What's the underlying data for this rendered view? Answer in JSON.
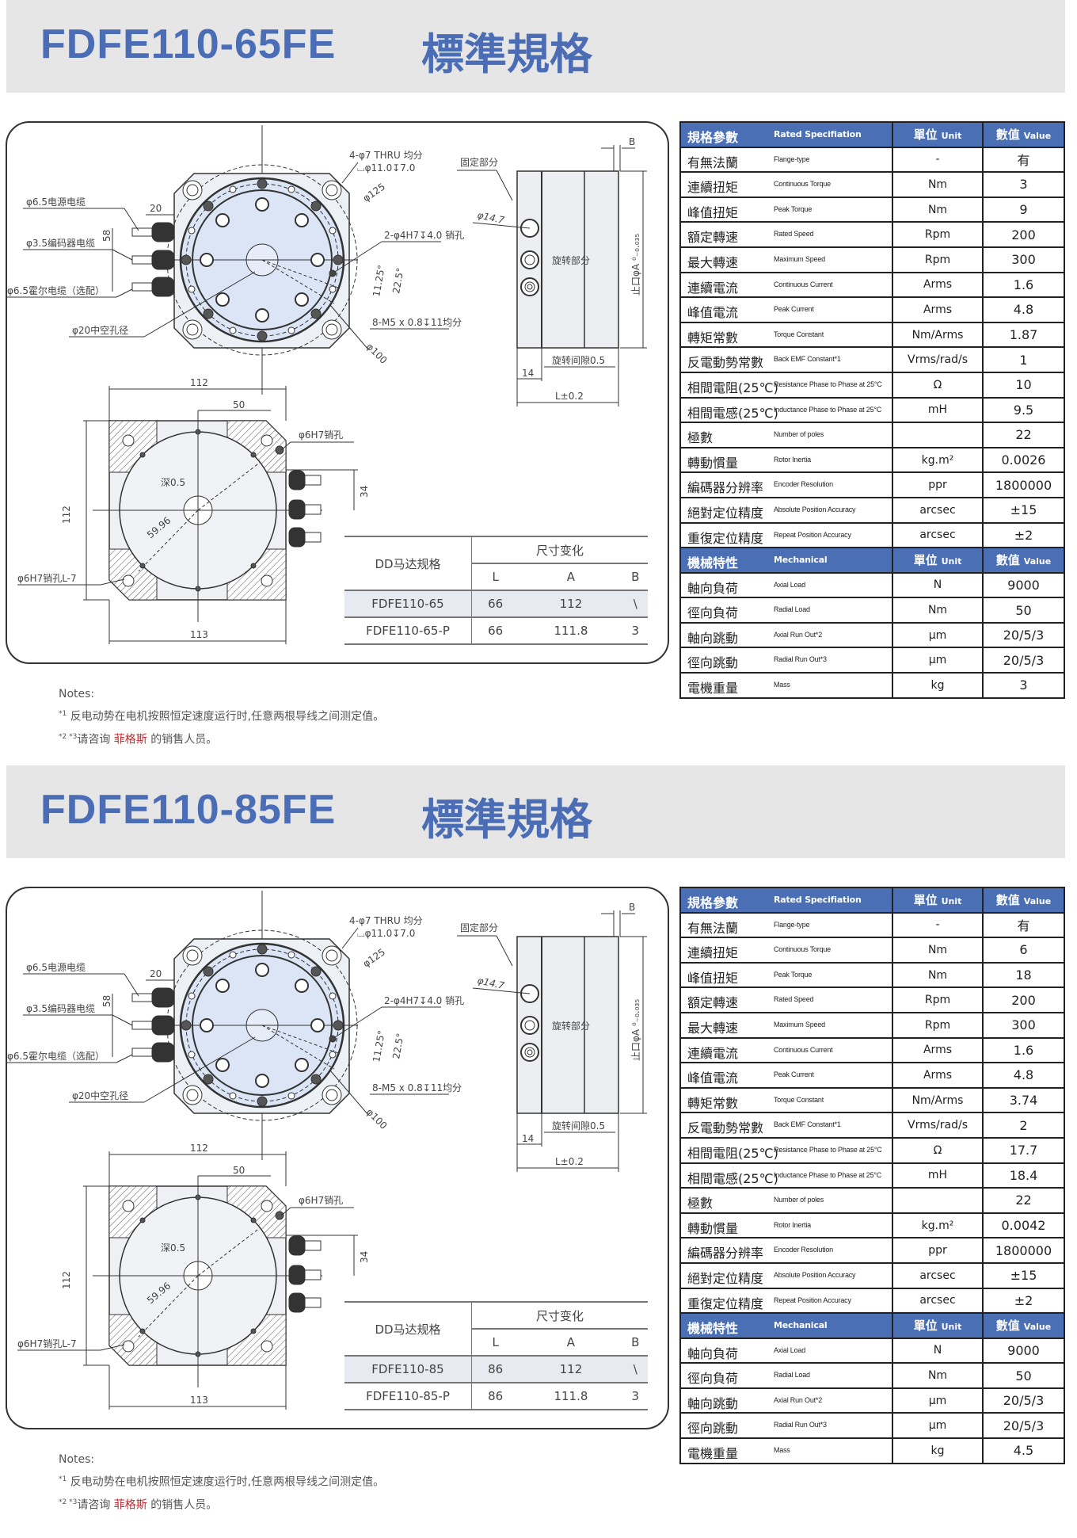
{
  "sections": [
    {
      "model": "FDFE110-65FE",
      "std": "標準規格",
      "spec_header": {
        "cn": "規格參數",
        "en": "Rated Specifiation",
        "unit_cn": "單位",
        "unit_en": "Unit",
        "value_cn": "數值",
        "value_en": "Value"
      },
      "spec_rows": [
        {
          "cn": "有無法蘭",
          "en": "Flange-type",
          "unit": "-",
          "value": "有"
        },
        {
          "cn": "連續扭矩",
          "en": "Continuous Torque",
          "unit": "Nm",
          "value": "3"
        },
        {
          "cn": "峰值扭矩",
          "en": "Peak Torque",
          "unit": "Nm",
          "value": "9"
        },
        {
          "cn": "額定轉速",
          "en": "Rated Speed",
          "unit": "Rpm",
          "value": "200"
        },
        {
          "cn": "最大轉速",
          "en": "Maximum Speed",
          "unit": "Rpm",
          "value": "300"
        },
        {
          "cn": "連續電流",
          "en": "Continuous Current",
          "unit": "Arms",
          "value": "1.6"
        },
        {
          "cn": "峰值電流",
          "en": "Peak Current",
          "unit": "Arms",
          "value": "4.8"
        },
        {
          "cn": "轉矩常數",
          "en": "Torque Constant",
          "unit": "Nm/Arms",
          "value": "1.87"
        },
        {
          "cn": "反電動勢常數",
          "en": "Back EMF Constant*1",
          "unit": "Vrms/rad/s",
          "value": "1"
        },
        {
          "cn": "相間電阻(25℃)",
          "en": "Resistance Phase to Phase at 25°C",
          "unit": "Ω",
          "value": "10"
        },
        {
          "cn": "相間電感(25℃)",
          "en": "Inductance Phase to Phase at 25°C",
          "unit": "mH",
          "value": "9.5"
        },
        {
          "cn": "極數",
          "en": "Number of poles",
          "unit": "",
          "value": "22"
        },
        {
          "cn": "轉動慣量",
          "en": "Rotor Inertia",
          "unit": "kg.m²",
          "value": "0.0026"
        },
        {
          "cn": "編碼器分辨率",
          "en": "Encoder Resolution",
          "unit": "ppr",
          "value": "1800000"
        },
        {
          "cn": "絕對定位精度",
          "en": "Absolute Position Accuracy",
          "unit": "arcsec",
          "value": "±15"
        },
        {
          "cn": "重復定位精度",
          "en": "Repeat Position Accuracy",
          "unit": "arcsec",
          "value": "±2"
        }
      ],
      "mech_header": {
        "cn": "機械特性",
        "en": "Mechanical",
        "unit_cn": "單位",
        "unit_en": "Unit",
        "value_cn": "數值",
        "value_en": "Value"
      },
      "mech_rows": [
        {
          "cn": "軸向負荷",
          "en": "Axial Load",
          "unit": "N",
          "value": "9000"
        },
        {
          "cn": "徑向負荷",
          "en": "Radial Load",
          "unit": "Nm",
          "value": "50"
        },
        {
          "cn": "軸向跳動",
          "en": "Axial Run Out*2",
          "unit": "μm",
          "value": "20/5/3"
        },
        {
          "cn": "徑向跳動",
          "en": "Radial Run Out*3",
          "unit": "μm",
          "value": "20/5/3"
        },
        {
          "cn": "電機重量",
          "en": "Mass",
          "unit": "kg",
          "value": "3"
        }
      ],
      "size_table": {
        "spec_label": "DD马达规格",
        "change_label": "尺寸变化",
        "col_l": "L",
        "col_a": "A",
        "col_b": "B",
        "rows": [
          {
            "model": "FDFE110-65",
            "l": "66",
            "a": "112",
            "b": "\\"
          },
          {
            "model": "FDFE110-65-P",
            "l": "66",
            "a": "111.8",
            "b": "3"
          }
        ]
      },
      "notes": {
        "title": "Notes:",
        "n1_mark": "*1",
        "n1": "反电动势在电机按照恒定速度运行时,任意两根导线之间测定值。",
        "n2_mark": "*2 *3",
        "n2_pre": "请咨询 ",
        "n2_brand": "菲格斯",
        "n2_post": " 的销售人员。"
      }
    },
    {
      "model": "FDFE110-85FE",
      "std": "標準規格",
      "spec_header": {
        "cn": "規格參數",
        "en": "Rated Specifiation",
        "unit_cn": "單位",
        "unit_en": "Unit",
        "value_cn": "數值",
        "value_en": "Value"
      },
      "spec_rows": [
        {
          "cn": "有無法蘭",
          "en": "Flange-type",
          "unit": "-",
          "value": "有"
        },
        {
          "cn": "連續扭矩",
          "en": "Continuous Torque",
          "unit": "Nm",
          "value": "6"
        },
        {
          "cn": "峰值扭矩",
          "en": "Peak Torque",
          "unit": "Nm",
          "value": "18"
        },
        {
          "cn": "額定轉速",
          "en": "Rated Speed",
          "unit": "Rpm",
          "value": "200"
        },
        {
          "cn": "最大轉速",
          "en": "Maximum Speed",
          "unit": "Rpm",
          "value": "300"
        },
        {
          "cn": "連續電流",
          "en": "Continuous Current",
          "unit": "Arms",
          "value": "1.6"
        },
        {
          "cn": "峰值電流",
          "en": "Peak Current",
          "unit": "Arms",
          "value": "4.8"
        },
        {
          "cn": "轉矩常數",
          "en": "Torque Constant",
          "unit": "Nm/Arms",
          "value": "3.74"
        },
        {
          "cn": "反電動勢常數",
          "en": "Back EMF Constant*1",
          "unit": "Vrms/rad/s",
          "value": "2"
        },
        {
          "cn": "相間電阻(25℃)",
          "en": "Resistance Phase to Phase at 25°C",
          "unit": "Ω",
          "value": "17.7"
        },
        {
          "cn": "相間電感(25℃)",
          "en": "Inductance Phase to Phase at 25°C",
          "unit": "mH",
          "value": "18.4"
        },
        {
          "cn": "極數",
          "en": "Number of poles",
          "unit": "",
          "value": "22"
        },
        {
          "cn": "轉動慣量",
          "en": "Rotor Inertia",
          "unit": "kg.m²",
          "value": "0.0042"
        },
        {
          "cn": "編碼器分辨率",
          "en": "Encoder Resolution",
          "unit": "ppr",
          "value": "1800000"
        },
        {
          "cn": "絕對定位精度",
          "en": "Absolute Position Accuracy",
          "unit": "arcsec",
          "value": "±15"
        },
        {
          "cn": "重復定位精度",
          "en": "Repeat Position Accuracy",
          "unit": "arcsec",
          "value": "±2"
        }
      ],
      "mech_header": {
        "cn": "機械特性",
        "en": "Mechanical",
        "unit_cn": "單位",
        "unit_en": "Unit",
        "value_cn": "數值",
        "value_en": "Value"
      },
      "mech_rows": [
        {
          "cn": "軸向負荷",
          "en": "Axial Load",
          "unit": "N",
          "value": "9000"
        },
        {
          "cn": "徑向負荷",
          "en": "Radial Load",
          "unit": "Nm",
          "value": "50"
        },
        {
          "cn": "軸向跳動",
          "en": "Axial Run Out*2",
          "unit": "μm",
          "value": "20/5/3"
        },
        {
          "cn": "徑向跳動",
          "en": "Radial Run Out*3",
          "unit": "μm",
          "value": "20/5/3"
        },
        {
          "cn": "電機重量",
          "en": "Mass",
          "unit": "kg",
          "value": "4.5"
        }
      ],
      "size_table": {
        "spec_label": "DD马达规格",
        "change_label": "尺寸变化",
        "col_l": "L",
        "col_a": "A",
        "col_b": "B",
        "rows": [
          {
            "model": "FDFE110-85",
            "l": "86",
            "a": "112",
            "b": "\\"
          },
          {
            "model": "FDFE110-85-P",
            "l": "86",
            "a": "111.8",
            "b": "3"
          }
        ]
      },
      "notes": {
        "title": "Notes:",
        "n1_mark": "*1",
        "n1": "反电动势在电机按照恒定速度运行时,任意两根导线之间测定值。",
        "n2_mark": "*2 *3",
        "n2_pre": "请咨询 ",
        "n2_brand": "菲格斯",
        "n2_post": " 的销售人员。"
      }
    }
  ],
  "drawing": {
    "thru": "4-φ7 THRU 均分",
    "cbore": "⌴φ11.0↧7.0",
    "d125": "φ125",
    "power_cable": "φ6.5电源电缆",
    "dim20": "20",
    "dim58": "58",
    "encoder_cable": "φ3.5编码器电缆",
    "hall_cable": "φ6.5霍尔电缆（选配）",
    "hollow": "φ20中空孔径",
    "pin": "2-φ4H7↧4.0 销孔",
    "a1125": "11.25°",
    "a225": "22.5°",
    "m5": "8-M5 x 0.8↧11均分",
    "d100": "φ100",
    "w112": "112",
    "dim50": "50",
    "pin6": "φ6H7销孔",
    "dim34": "34",
    "depth": "深0.5",
    "h112": "112",
    "r5996": "59.96",
    "pin6l": "φ6H7销孔L-7",
    "w113": "113",
    "fixed": "固定部分",
    "b": "B",
    "d147": "φ14.7",
    "rotating": "旋转部分",
    "spigot": "止口φA ⁰₋₀.₀₃₅",
    "gap": "旋转间隙0.5",
    "dim14": "14",
    "len": "L±0.2"
  }
}
